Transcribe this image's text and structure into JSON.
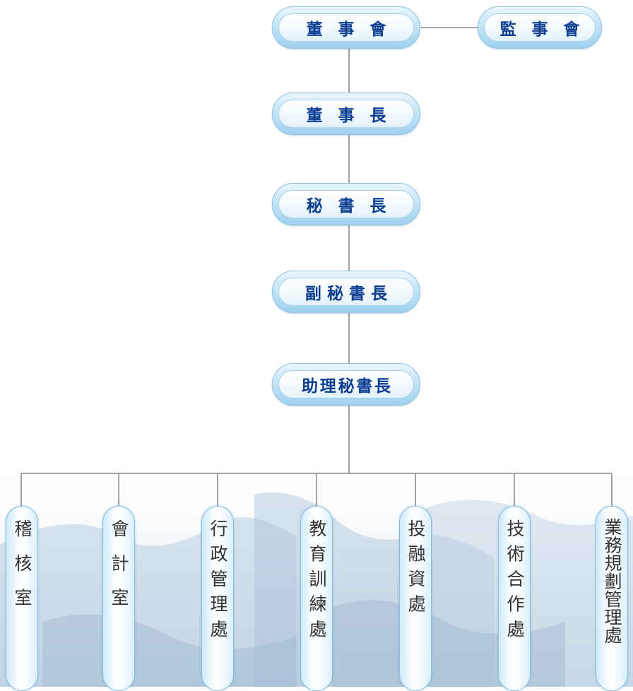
{
  "top_level": {
    "board_of_directors": "董事會",
    "board_of_supervisors": "監事會"
  },
  "chain": {
    "chairman": "董事長",
    "secretary_general": "秘書長",
    "deputy_secretary_general": "副秘書長",
    "assistant_secretary_general": "助理秘書長"
  },
  "departments": [
    {
      "label": "稽核室"
    },
    {
      "label": "會計室"
    },
    {
      "label": "行政管理處"
    },
    {
      "label": "教育訓練處"
    },
    {
      "label": "投融資處"
    },
    {
      "label": "技術合作處"
    },
    {
      "label": "業務規劃管理處"
    }
  ],
  "colors": {
    "node_text": "#0c3f94",
    "node_fill": "#c8e6f8",
    "node_border": "#8cc3e6",
    "department_text": "#333333",
    "connector": "#8a8a8a",
    "background_map": "#c9d9e8"
  }
}
